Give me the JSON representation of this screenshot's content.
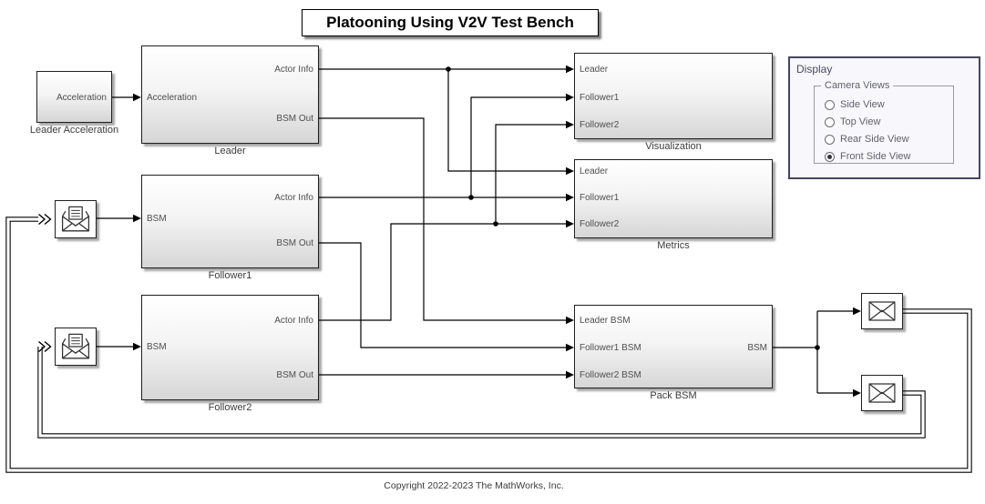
{
  "title": "Platooning Using V2V Test Bench",
  "copyright": "Copyright 2022-2023 The MathWorks, Inc.",
  "blocks": {
    "leader_acceleration": {
      "label": "Leader Acceleration",
      "out_port": "Acceleration"
    },
    "leader": {
      "label": "Leader",
      "in_ports": [
        "Acceleration"
      ],
      "out_ports": [
        "Actor Info",
        "BSM Out"
      ]
    },
    "follower1": {
      "label": "Follower1",
      "in_ports": [
        "BSM"
      ],
      "out_ports": [
        "Actor Info",
        "BSM Out"
      ]
    },
    "follower2": {
      "label": "Follower2",
      "in_ports": [
        "BSM"
      ],
      "out_ports": [
        "Actor Info",
        "BSM Out"
      ]
    },
    "visualization": {
      "label": "Visualization",
      "in_ports": [
        "Leader",
        "Follower1",
        "Follower2"
      ]
    },
    "metrics": {
      "label": "Metrics",
      "in_ports": [
        "Leader",
        "Follower1",
        "Follower2"
      ]
    },
    "pack_bsm": {
      "label": "Pack BSM",
      "in_ports": [
        "Leader BSM",
        "Follower1 BSM",
        "Follower2 BSM"
      ],
      "out_ports": [
        "BSM"
      ]
    },
    "receive_message_1": {
      "icon": "open-envelope-receive-icon"
    },
    "receive_message_2": {
      "icon": "open-envelope-receive-icon"
    },
    "send_message_1": {
      "icon": "closed-envelope-send-icon"
    },
    "send_message_2": {
      "icon": "closed-envelope-send-icon"
    }
  },
  "display_panel": {
    "title": "Display",
    "group_label": "Camera Views",
    "options": [
      {
        "label": "Side View",
        "selected": false
      },
      {
        "label": "Top View",
        "selected": false
      },
      {
        "label": "Rear Side View",
        "selected": false
      },
      {
        "label": "Front Side View",
        "selected": true
      }
    ]
  },
  "colors": {
    "block_border": "#1f1f1f",
    "block_fill_top": "#ffffff",
    "block_fill_bottom": "#d6d6d6",
    "wire": "#000000",
    "panel_bg": "#f7f7fc",
    "panel_border": "#45455f",
    "port_text": "#4f4f4f",
    "label_text": "#3c3c3c"
  }
}
